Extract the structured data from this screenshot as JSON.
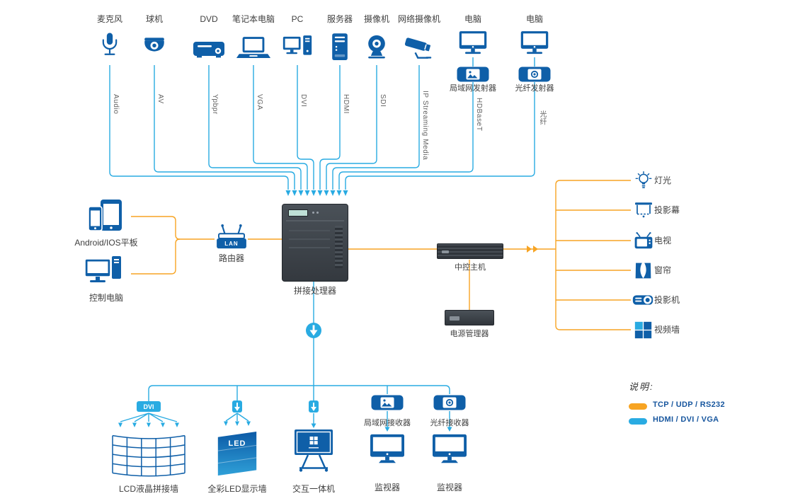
{
  "top_devices": [
    {
      "label": "麦克风",
      "cable": "Audio"
    },
    {
      "label": "球机",
      "cable": "AV"
    },
    {
      "label": "DVD",
      "cable": "Ypbpr"
    },
    {
      "label": "笔记本电脑",
      "cable": "VGA"
    },
    {
      "label": "PC",
      "cable": "DVI"
    },
    {
      "label": "服务器",
      "cable": "HDMI"
    },
    {
      "label": "摄像机",
      "cable": "SDI"
    },
    {
      "label": "网络摄像机",
      "cable": "IP Streaming Media"
    },
    {
      "label": "电脑",
      "cable": "HDBaseT",
      "adapter": "局域网发射器"
    },
    {
      "label": "电脑",
      "cable": "光纤",
      "adapter": "光纤发射器"
    }
  ],
  "left_panel": {
    "tablet_label": "Android/IOS平板",
    "computer_label": "控制电脑",
    "router_label": "路由器",
    "router_badge": "LAN"
  },
  "center": {
    "processor_label": "拼接处理器"
  },
  "control_chain": {
    "host_label": "中控主机",
    "power_label": "电源管理器",
    "outputs": [
      {
        "label": "灯光"
      },
      {
        "label": "投影幕"
      },
      {
        "label": "电视"
      },
      {
        "label": "窗帘"
      },
      {
        "label": "投影机"
      },
      {
        "label": "视频墙"
      }
    ]
  },
  "bottom_outputs": {
    "dvi_badge": "DVI",
    "led_text": "LED",
    "lcd_wall_label": "LCD液晶拼接墙",
    "led_wall_label": "全彩LED显示墙",
    "touch_label": "交互一体机",
    "lan_receiver_label": "局域网接收器",
    "fiber_receiver_label": "光纤接收器",
    "monitor1_label": "监视器",
    "monitor2_label": "监视器"
  },
  "legend": {
    "title": "说明:",
    "items": [
      {
        "label": "TCP / UDP / RS232",
        "color": "#F7A423"
      },
      {
        "label": "HDMI / DVI / VGA",
        "color": "#29ABE2"
      }
    ]
  },
  "colors": {
    "line_blue": "#29ABE2",
    "line_orange": "#F7A423",
    "icon_blue": "#0F5FA8",
    "chassis_dark": "#3D4248"
  }
}
